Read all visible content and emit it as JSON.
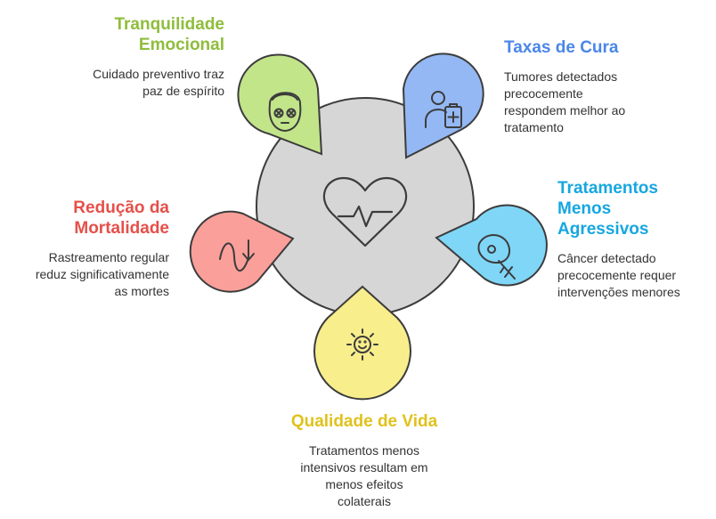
{
  "colors": {
    "hub": "#d6d6d6",
    "hub_stroke": "#3c3c3c",
    "green": "#c2e58a",
    "green_title": "#8fbd3c",
    "blue": "#94b8f3",
    "blue_title": "#4a86e8",
    "cyan": "#7fd6f7",
    "cyan_title": "#16a7e0",
    "yellow": "#f8ee8c",
    "yellow_title": "#e0c21c",
    "red": "#fa9f9a",
    "red_title": "#e5504a"
  },
  "hub": {
    "icon": "heartbeat-icon"
  },
  "items": [
    {
      "id": "tranquilidade",
      "color": "green",
      "icon": "calm-face-icon",
      "title": "Tranquilidade\nEmocional",
      "description": "Cuidado preventivo traz\npaz de espírito"
    },
    {
      "id": "taxas",
      "color": "blue",
      "icon": "patient-medical-icon",
      "title": "Taxas de Cura",
      "description": "Tumores detectados\nprecocemente\nrespondem melhor ao\ntratamento"
    },
    {
      "id": "tratamentos",
      "color": "cyan",
      "icon": "feather-icon",
      "title": "Tratamentos\nMenos\nAgressivos",
      "description": "Câncer detectado\nprecocemente requer\nintervenções menores"
    },
    {
      "id": "qualidade",
      "color": "yellow",
      "icon": "sun-smile-icon",
      "title": "Qualidade de Vida",
      "description": "Tratamentos menos\nintensivos resultam em\nmenos efeitos\ncolaterais"
    },
    {
      "id": "reducao",
      "color": "red",
      "icon": "downward-wave-icon",
      "title": "Redução da\nMortalidade",
      "description": "Rastreamento regular\nreduz significativamente\nas mortes"
    }
  ]
}
